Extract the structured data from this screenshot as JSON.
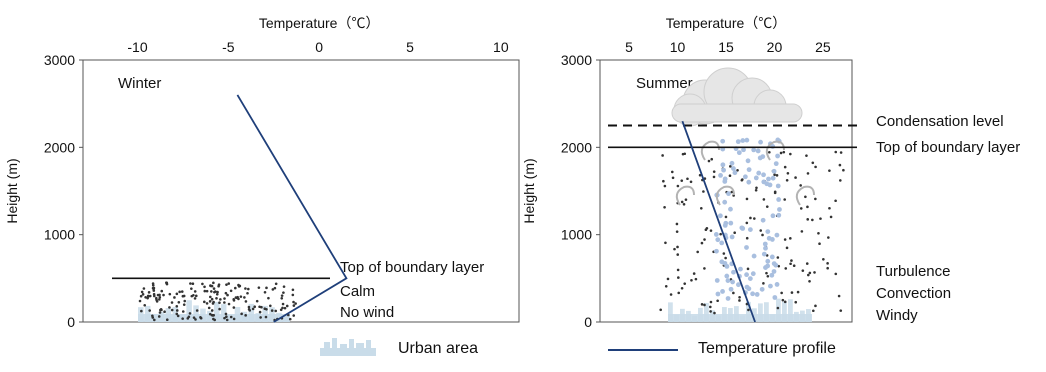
{
  "chart_data": [
    {
      "type": "line",
      "title": "Winter",
      "xlabel": "Temperature（℃）",
      "ylabel": "Height (m)",
      "x_ticks": [
        -10,
        -5,
        0,
        5,
        10
      ],
      "y_ticks": [
        0,
        1000,
        2000,
        3000
      ],
      "xlim": [
        -13,
        11
      ],
      "ylim": [
        0,
        3000
      ],
      "series": [
        {
          "x": [
            -2.5,
            1.5,
            -4.5
          ],
          "y": [
            0,
            500,
            2600
          ]
        }
      ],
      "boundary_layer_height": 500,
      "annotations": [
        "Top of boundary layer",
        "Calm",
        "No wind"
      ]
    },
    {
      "type": "line",
      "title": "Summer",
      "xlabel": "Temperature（℃）",
      "ylabel": "Height (m)",
      "x_ticks": [
        5,
        10,
        15,
        20,
        25
      ],
      "y_ticks": [
        0,
        1000,
        2000,
        3000
      ],
      "xlim": [
        2,
        28
      ],
      "ylim": [
        0,
        3000
      ],
      "series": [
        {
          "x": [
            18,
            10.5
          ],
          "y": [
            0,
            2300
          ]
        }
      ],
      "boundary_layer_height": 2000,
      "condensation_level": 2250,
      "annotations": [
        "Condensation level",
        "Top of boundary layer",
        "Turbulence",
        "Convection",
        "Windy"
      ]
    }
  ],
  "legend": {
    "urban_label": "Urban area",
    "profile_label": "Temperature profile"
  },
  "colors": {
    "profile_line": "#1f3f7a",
    "particles": "#333333",
    "water_droplets": "#a9bfdf",
    "buildings": "#c9dce9",
    "cloud": "#e6e6e6"
  }
}
